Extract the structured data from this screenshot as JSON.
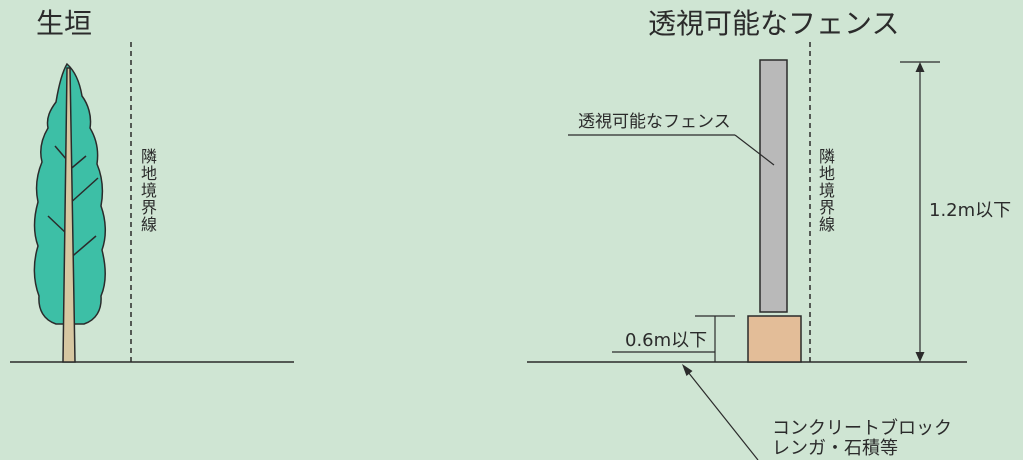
{
  "left_panel": {
    "title": "生垣",
    "boundary_label": "隣地境界線"
  },
  "right_panel": {
    "title": "透視可能なフェンス",
    "fence_callout": "透視可能なフェンス",
    "boundary_label": "隣地境界線",
    "total_height_label": "1.2m以下",
    "base_height_label": "0.6m以下",
    "base_material_line1": "コンクリートブロック",
    "base_material_line2": "レンガ・石積等"
  },
  "colors": {
    "background": "#cfe5d3",
    "foliage": "#3dbfa6",
    "trunk": "#d6c7a1",
    "fence": "#b9b9b9",
    "block": "#e3bd98",
    "line": "#2b2b2b"
  }
}
